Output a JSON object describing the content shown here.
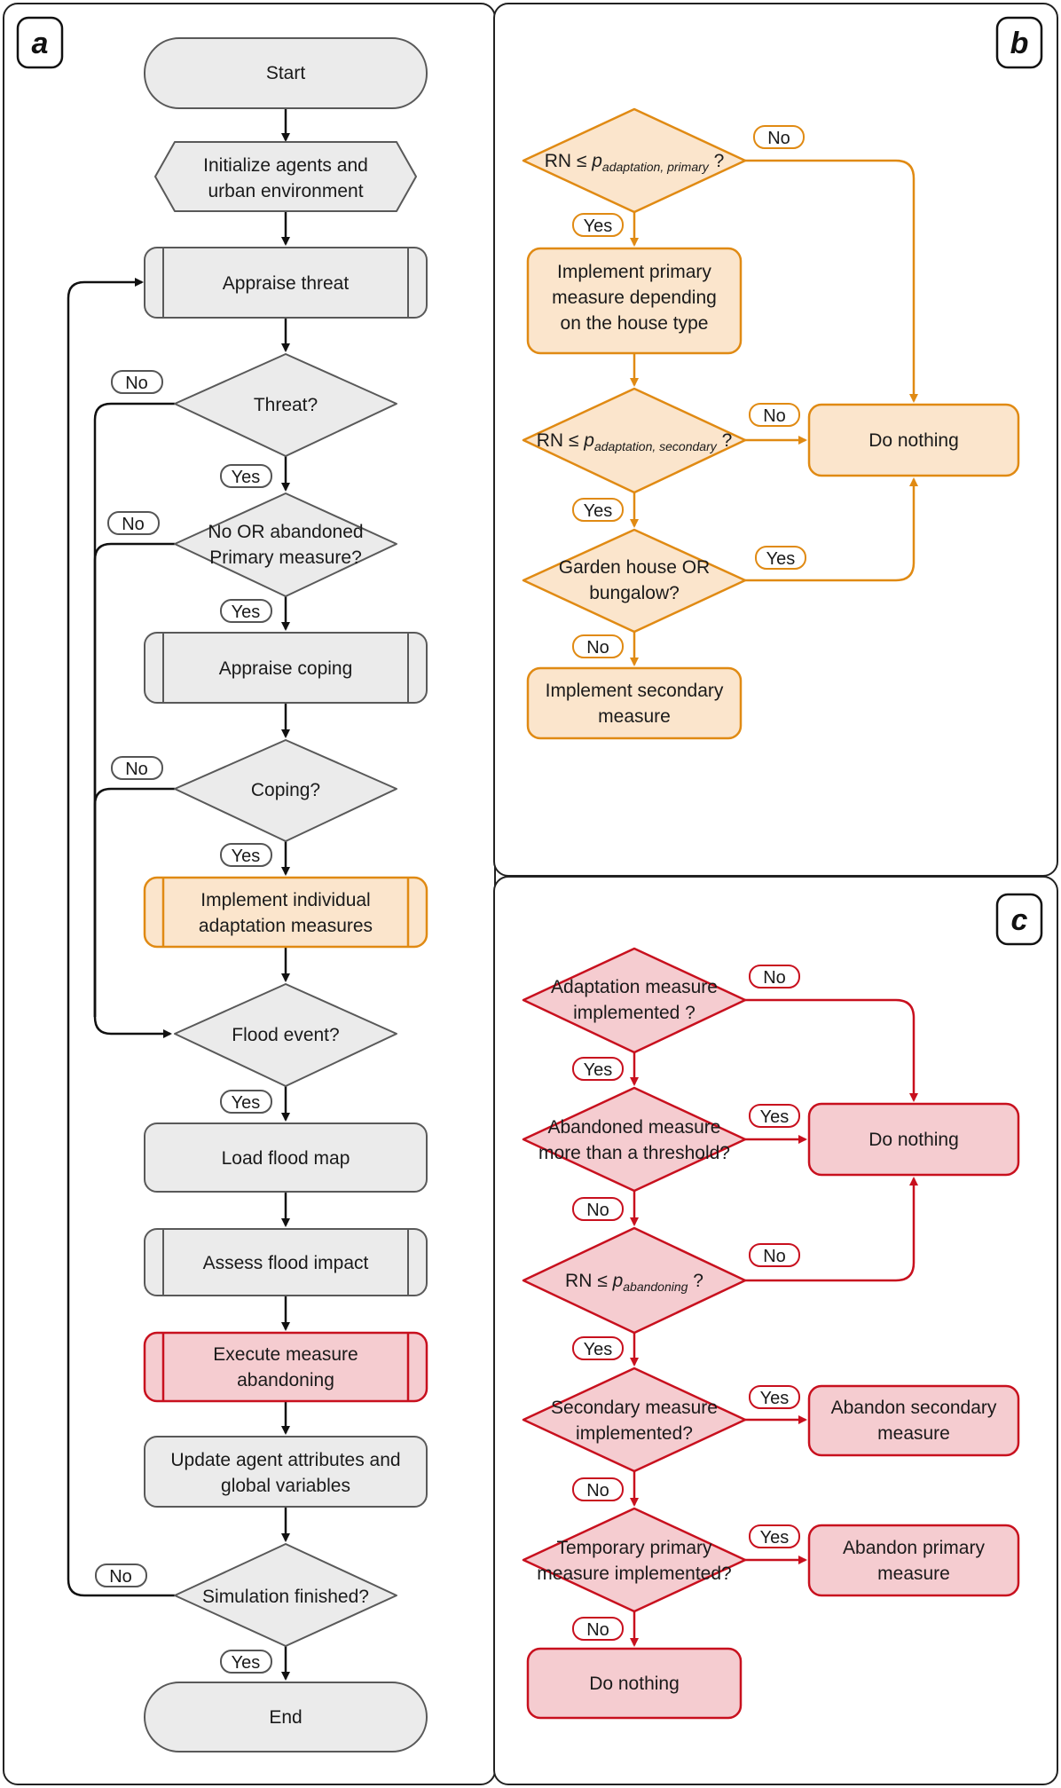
{
  "panels": {
    "a": "a",
    "b": "b",
    "c": "c"
  },
  "colors": {
    "gray_fill": "#ebebeb",
    "gray_stroke": "#595959",
    "orange_fill": "#fbe5cc",
    "orange_stroke": "#e08a13",
    "red_fill": "#f5ccd0",
    "red_stroke": "#c8101e",
    "black": "#111111"
  },
  "a": {
    "start": "Start",
    "init": [
      "Initialize agents and",
      "urban environment"
    ],
    "appraise_threat": "Appraise threat",
    "threat_q": "Threat?",
    "primary_q": [
      "No OR abandoned",
      "Primary measure?"
    ],
    "appraise_coping": "Appraise coping",
    "coping_q": "Coping?",
    "implement": [
      "Implement individual",
      "adaptation measures"
    ],
    "flood_q": "Flood event?",
    "load_map": "Load flood map",
    "assess": "Assess flood impact",
    "execute": [
      "Execute measure",
      "abandoning"
    ],
    "update": [
      "Update agent attributes and",
      "global variables"
    ],
    "finished_q": "Simulation finished?",
    "end": "End",
    "yes": "Yes",
    "no": "No"
  },
  "b": {
    "q1_main": "RN ≤ ",
    "q1_p": "p",
    "q1_sub": "adaptation, primary",
    "q1_end": " ?",
    "impl_primary": [
      "Implement primary",
      "measure depending",
      "on the house type"
    ],
    "q2_main": "RN ≤ ",
    "q2_p": "p",
    "q2_sub": "adaptation, secondary",
    "q2_end": " ?",
    "do_nothing": "Do nothing",
    "q3": [
      "Garden house OR",
      "bungalow?"
    ],
    "impl_secondary": [
      "Implement secondary",
      "measure"
    ],
    "yes": "Yes",
    "no": "No"
  },
  "c": {
    "q1": [
      "Adaptation measure",
      "implemented ?"
    ],
    "q2": [
      "Abandoned measure",
      "more than a threshold?"
    ],
    "do_nothing_top": "Do nothing",
    "q3_main": "RN ≤ ",
    "q3_p": "p",
    "q3_sub": "abandoning",
    "q3_end": " ?",
    "q4": [
      "Secondary measure",
      "implemented?"
    ],
    "abandon_secondary": [
      "Abandon secondary",
      "measure"
    ],
    "q5": [
      "Temporary primary",
      "measure implemented?"
    ],
    "abandon_primary": [
      "Abandon primary",
      "measure"
    ],
    "do_nothing_bottom": "Do nothing",
    "yes": "Yes",
    "no": "No"
  }
}
